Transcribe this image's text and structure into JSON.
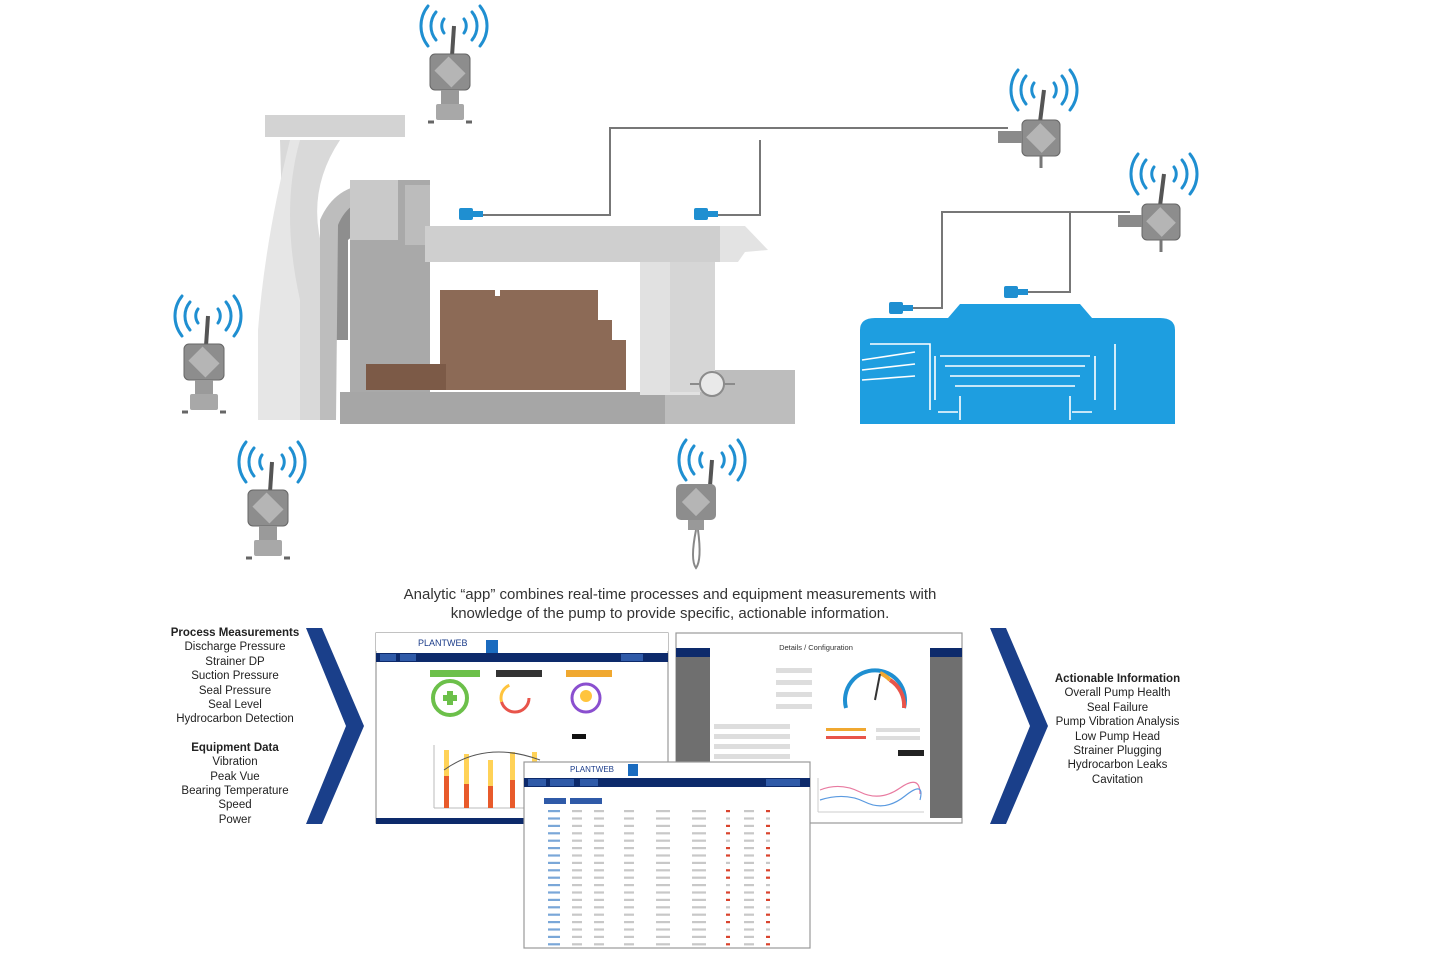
{
  "caption": {
    "line1": "Analytic “app” combines real-time processes and equipment measurements with",
    "line2": "knowledge of the pump to provide specific, actionable information."
  },
  "process_measurements": {
    "title": "Process Measurements",
    "items": [
      "Discharge Pressure",
      "Strainer DP",
      "Suction Pressure",
      "Seal Pressure",
      "Seal Level",
      "Hydrocarbon Detection"
    ]
  },
  "equipment_data": {
    "title": "Equipment Data",
    "items": [
      "Vibration",
      "Peak Vue",
      "Bearing Temperature",
      "Speed",
      "Power"
    ]
  },
  "actionable_information": {
    "title": "Actionable Information",
    "items": [
      "Overall Pump Health",
      "Seal Failure",
      "Pump Vibration Analysis",
      "Low Pump Head",
      "Strainer Plugging",
      "Hydrocarbon Leaks",
      "Cavitation"
    ]
  },
  "screens": {
    "brand_small": "PLANTWEB",
    "details_title": "Details / Configuration"
  },
  "colors": {
    "wireless_blue": "#1f8fd1",
    "pump_gray": "#c4c4c4",
    "pump_dark": "#9e9e9e",
    "bearing_brown": "#8c6a56",
    "motor_blue": "#1e9ee0",
    "chevron_navy": "#1a3f8a",
    "app_navy": "#0d2a6b"
  }
}
